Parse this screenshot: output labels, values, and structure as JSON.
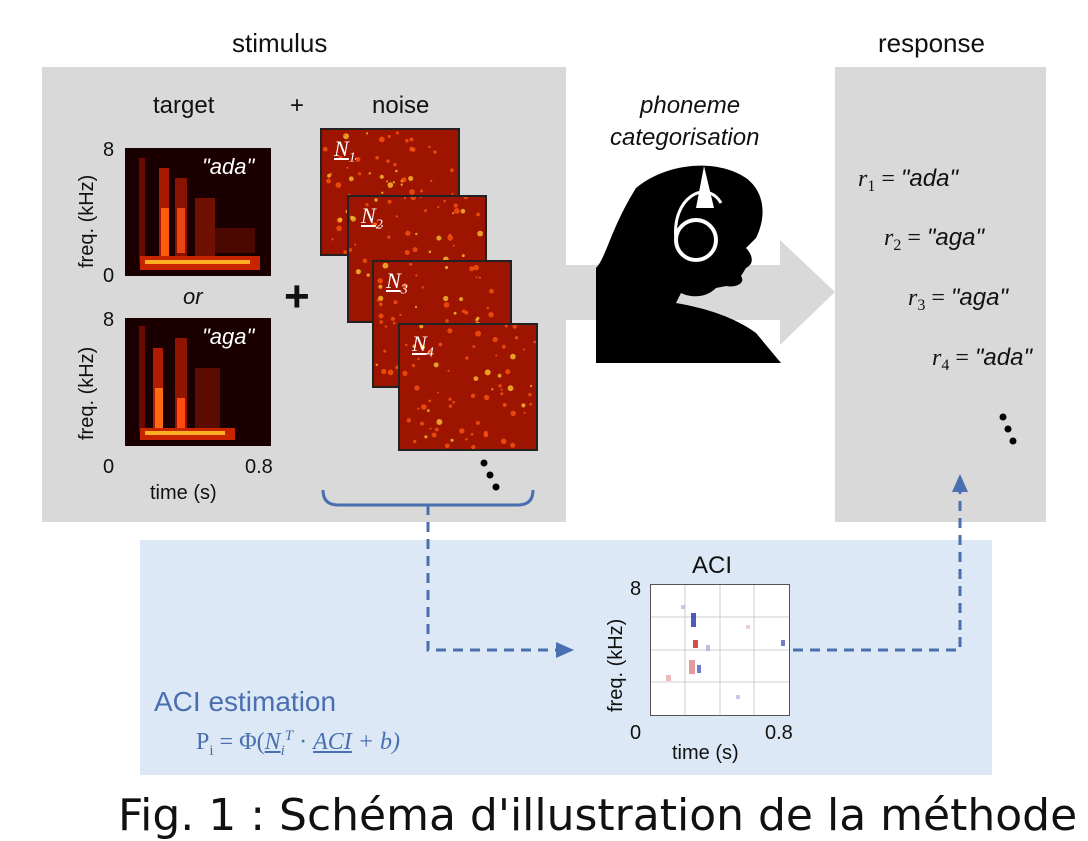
{
  "headers": {
    "stimulus": "stimulus",
    "response": "response"
  },
  "stimulus": {
    "target_label": "target",
    "plus": "+",
    "noise_label": "noise",
    "or_label": "or",
    "target_ada": "\"ada\"",
    "target_aga": "\"aga\"",
    "freq_axis": "freq. (kHz)",
    "time_axis": "time (s)",
    "freq_max": "8",
    "freq_min": "0",
    "time_min": "0",
    "time_max": "0.8",
    "noise_items": [
      {
        "letter": "N",
        "sub": "1"
      },
      {
        "letter": "N",
        "sub": "2"
      },
      {
        "letter": "N",
        "sub": "3"
      },
      {
        "letter": "N",
        "sub": "4"
      }
    ]
  },
  "task": {
    "line1": "phoneme",
    "line2": "categorisation"
  },
  "responses": [
    {
      "r": "r",
      "sub": "1",
      "eq": " = ",
      "value": "\"ada\""
    },
    {
      "r": "r",
      "sub": "2",
      "eq": " = ",
      "value": "\"aga\""
    },
    {
      "r": "r",
      "sub": "3",
      "eq": " = ",
      "value": "\"aga\""
    },
    {
      "r": "r",
      "sub": "4",
      "eq": " = ",
      "value": "\"ada\""
    }
  ],
  "aci": {
    "title": "ACI",
    "freq_axis": "freq. (kHz)",
    "time_axis": "time (s)",
    "freq_max": "8",
    "time_min": "0",
    "time_max": "0.8"
  },
  "estimation": {
    "title": "ACI estimation",
    "formula_lhs": "P",
    "formula_lhs_sub": "i",
    "formula_mid": " = Φ(",
    "formula_n": "N",
    "formula_n_sub": "i",
    "formula_sup": "T",
    "formula_dot": " · ",
    "formula_aci": "ACI",
    "formula_end": " + b)"
  },
  "caption": "Fig. 1 : Schéma d'illustration de la méthode",
  "colors": {
    "panel": "#d9d9d9",
    "estimation_bg": "#dce8f5",
    "arrow_blue": "#4a6fb0",
    "spec_dark": "#2a0000",
    "spec_bright": "#ff3300"
  }
}
